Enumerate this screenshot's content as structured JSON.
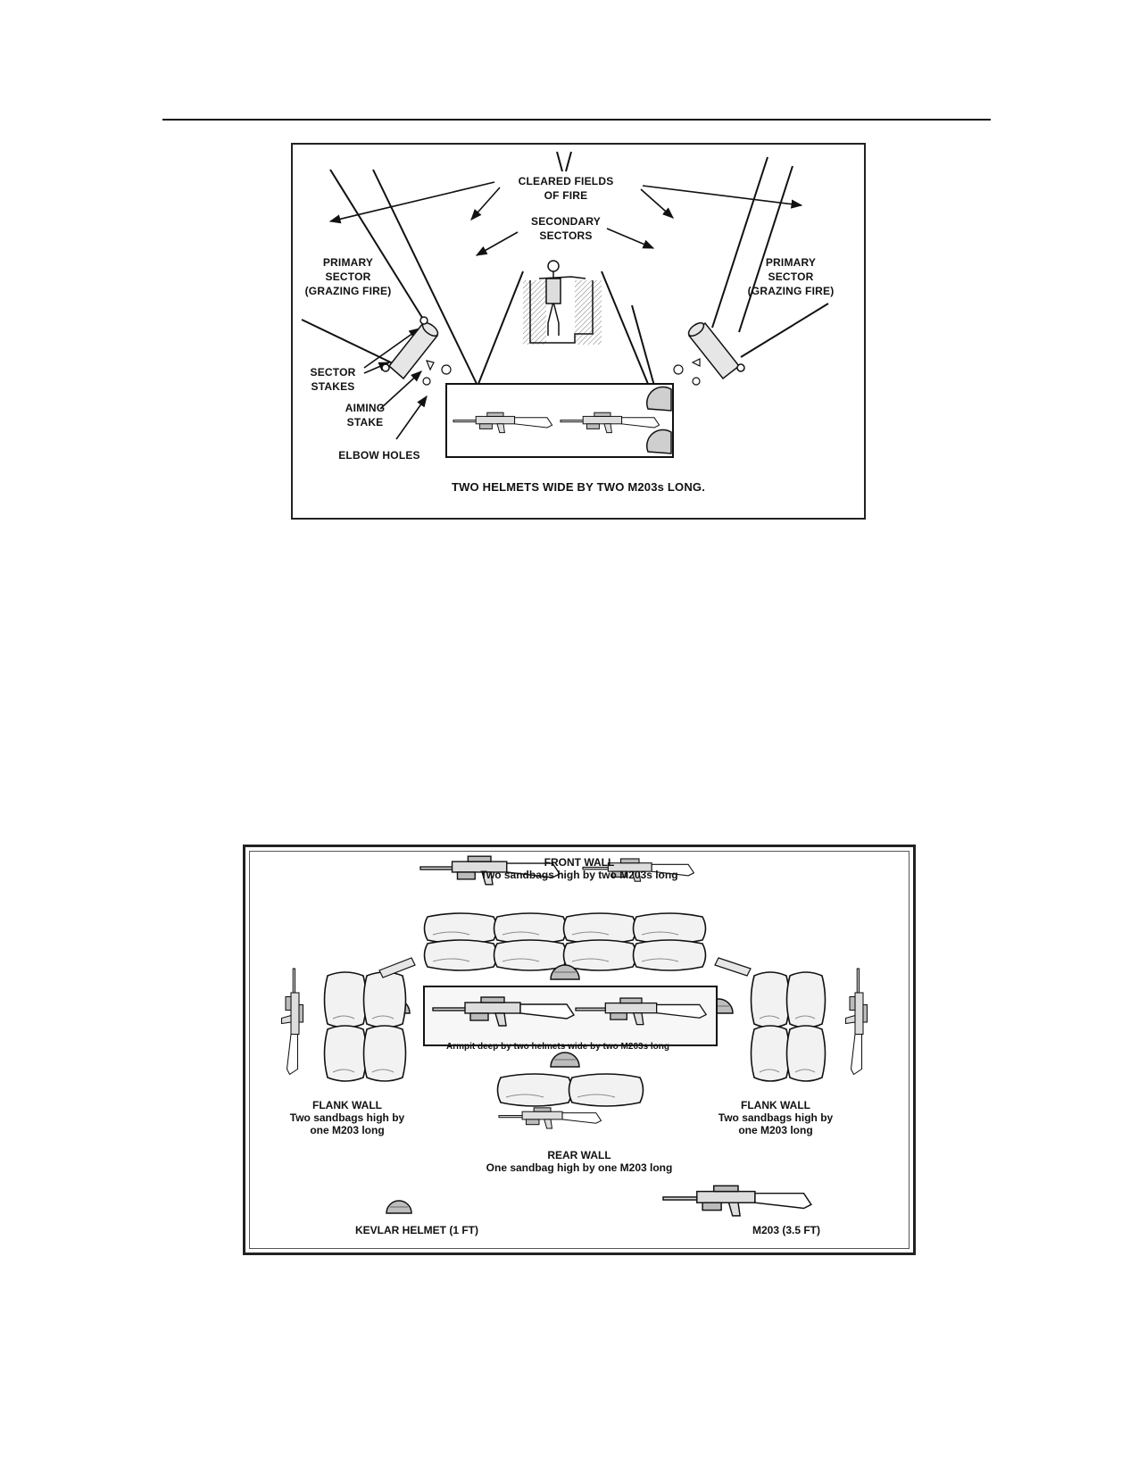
{
  "figure1": {
    "labels": {
      "cleared_fields": "CLEARED FIELDS\nOF FIRE",
      "secondary_sectors": "SECONDARY\nSECTORS",
      "primary_left": "PRIMARY\nSECTOR\n(GRAZING FIRE)",
      "primary_right": "PRIMARY\nSECTOR\n(GRAZING FIRE)",
      "sector_stakes": "SECTOR\nSTAKES",
      "aiming_stake": "AIMING\nSTAKE",
      "elbow_holes": "ELBOW HOLES",
      "caption": "TWO HELMETS WIDE BY TWO M203s LONG."
    },
    "icons": [
      "rifle-icon",
      "helmet-icon",
      "log-icon",
      "soldier-icon",
      "stake-icon"
    ]
  },
  "figure2": {
    "front_wall": {
      "title": "FRONT WALL",
      "desc": "Two sandbags high by two M203s long"
    },
    "pit_label": "Armpit deep by two helmets wide by two M203s long",
    "flank_left": {
      "title": "FLANK WALL",
      "desc1": "Two sandbags high by",
      "desc2": "one M203 long"
    },
    "flank_right": {
      "title": "FLANK WALL",
      "desc1": "Two sandbags high by",
      "desc2": "one M203 long"
    },
    "rear_wall": {
      "title": "REAR WALL",
      "desc": "One sandbag high by one M203 long"
    },
    "legend_helmet": "KEVLAR HELMET (1 FT)",
    "legend_rifle": "M203 (3.5 FT)",
    "icons": [
      "sandbag-icon",
      "rifle-icon",
      "helmet-icon",
      "log-icon"
    ]
  }
}
